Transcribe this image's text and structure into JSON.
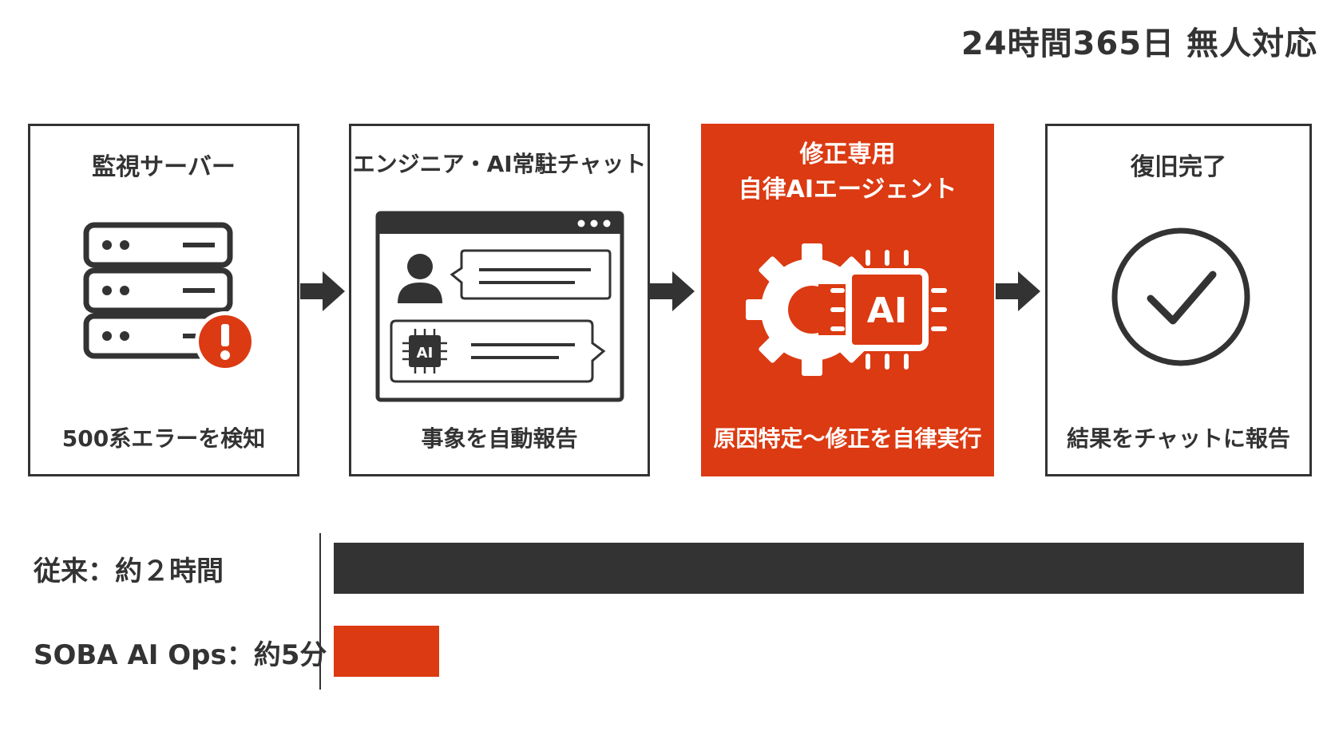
{
  "headline": "24時間365日 無人対応",
  "steps": [
    {
      "title": "監視サーバー",
      "caption": "500系エラーを検知",
      "icon": "server-error-icon"
    },
    {
      "title": "エンジニア・AI常駐チャット",
      "caption": "事象を自動報告",
      "icon": "chat-window-icon",
      "chat_ai_badge": "AI"
    },
    {
      "title_line1": "修正専用",
      "title_line2": "自律AIエージェント",
      "caption": "原因特定〜修正を自律実行",
      "icon": "gear-ai-chip-icon",
      "chip_label": "AI"
    },
    {
      "title": "復旧完了",
      "caption": "結果をチャットに報告",
      "icon": "check-circle-icon"
    }
  ],
  "comparison": {
    "rows": [
      {
        "label": "従来：約２時間",
        "minutes": 120,
        "color": "#333333"
      },
      {
        "label": "SOBA AI Ops：約5分",
        "minutes": 5,
        "color": "#DC3A12"
      }
    ]
  },
  "colors": {
    "accent": "#DC3A12",
    "dark": "#333333",
    "background": "#ffffff"
  }
}
